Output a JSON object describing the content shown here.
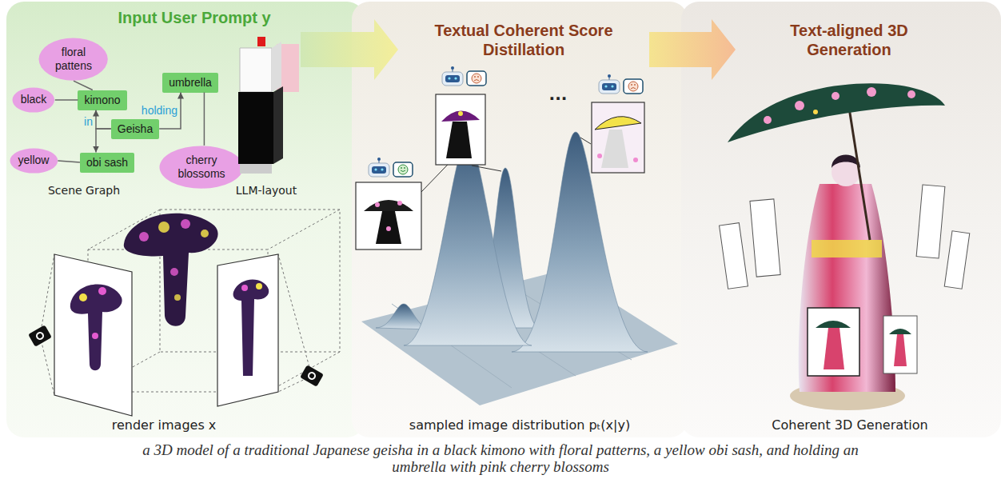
{
  "diagram": {
    "caption": "a 3D model of a traditional Japanese geisha in a black kimono with floral patterns, a yellow obi sash, and holding an umbrella with pink cherry blossoms",
    "nodes": [
      {
        "text": [
          "Input User Prompt y"
        ]
      },
      {
        "text": [
          "Textual Coherent Score Distillation"
        ]
      },
      {
        "text": [
          "Text-aligned 3D Generation"
        ]
      },
      {
        "text": [
          "floral pattens"
        ],
        "in": 0
      },
      {
        "text": [
          "black"
        ],
        "in": 0
      },
      {
        "text": [
          "kimono"
        ],
        "in": 0
      },
      {
        "text": [
          "umbrella"
        ],
        "in": 0
      },
      {
        "text": [
          "Geisha"
        ],
        "in": 0
      },
      {
        "text": [
          "yellow"
        ],
        "in": 0
      },
      {
        "text": [
          "obi sash"
        ],
        "in": 0
      },
      {
        "text": [
          "cherry blossoms"
        ],
        "in": 0
      }
    ],
    "edges": [
      {
        "from": 4,
        "to": 5,
        "arrow": "none"
      },
      {
        "from": 3,
        "to": 5,
        "arrow": "none"
      },
      {
        "from": 7,
        "to": 5,
        "arrow": "to",
        "label": "in"
      },
      {
        "from": 7,
        "to": 9,
        "arrow": "to"
      },
      {
        "from": 7,
        "to": 6,
        "arrow": "to",
        "label": "holding"
      },
      {
        "from": 8,
        "to": 9,
        "arrow": "none"
      },
      {
        "from": 6,
        "to": 10,
        "arrow": "none"
      }
    ],
    "labels": [
      "Scene Graph",
      "LLM-layout",
      "render images x",
      "...",
      "sampled image distribution pₜ(x|y)",
      "Coherent 3D Generation"
    ]
  }
}
